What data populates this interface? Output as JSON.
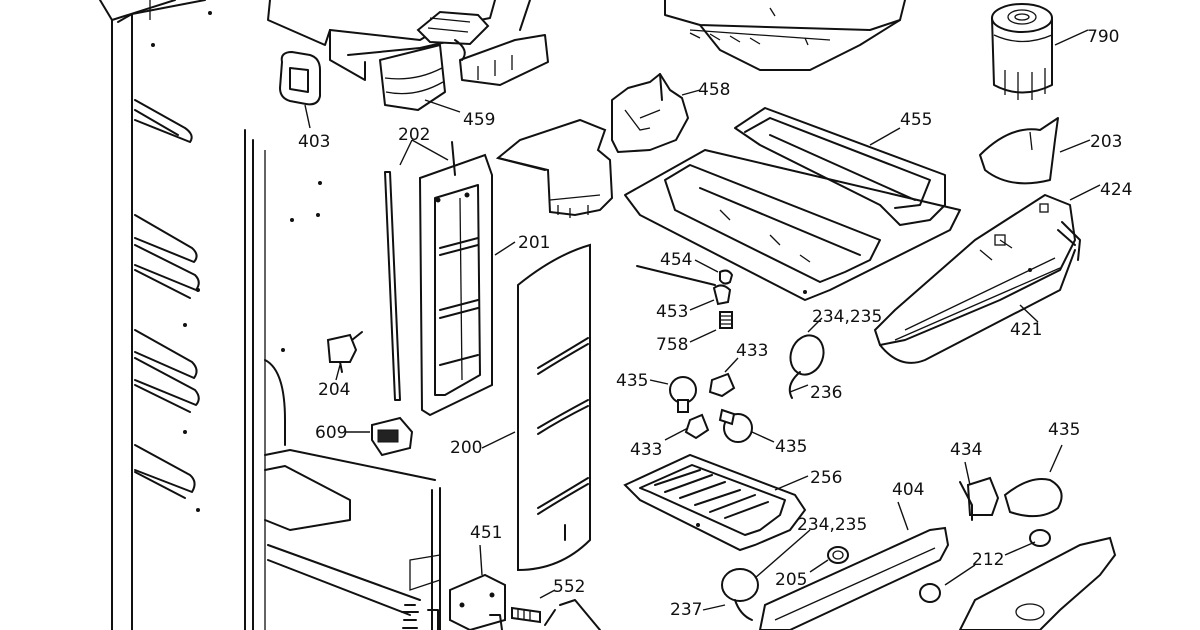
{
  "callouts": {
    "c790": "790",
    "c458": "458",
    "c459": "459",
    "c403": "403",
    "c202": "202",
    "c455": "455",
    "c203": "203",
    "c424": "424",
    "c201": "201",
    "c454": "454",
    "c453": "453",
    "c234a": "234,235",
    "c758": "758",
    "c433a": "433",
    "c421": "421",
    "c204": "204",
    "c435a": "435",
    "c236": "236",
    "c609": "609",
    "c433b": "433",
    "c435b": "435",
    "c200": "200",
    "c256": "256",
    "c434": "434",
    "c435c": "435",
    "c404": "404",
    "c234b": "234,235",
    "c451": "451",
    "c212": "212",
    "c205": "205",
    "c552": "552",
    "c237": "237"
  }
}
